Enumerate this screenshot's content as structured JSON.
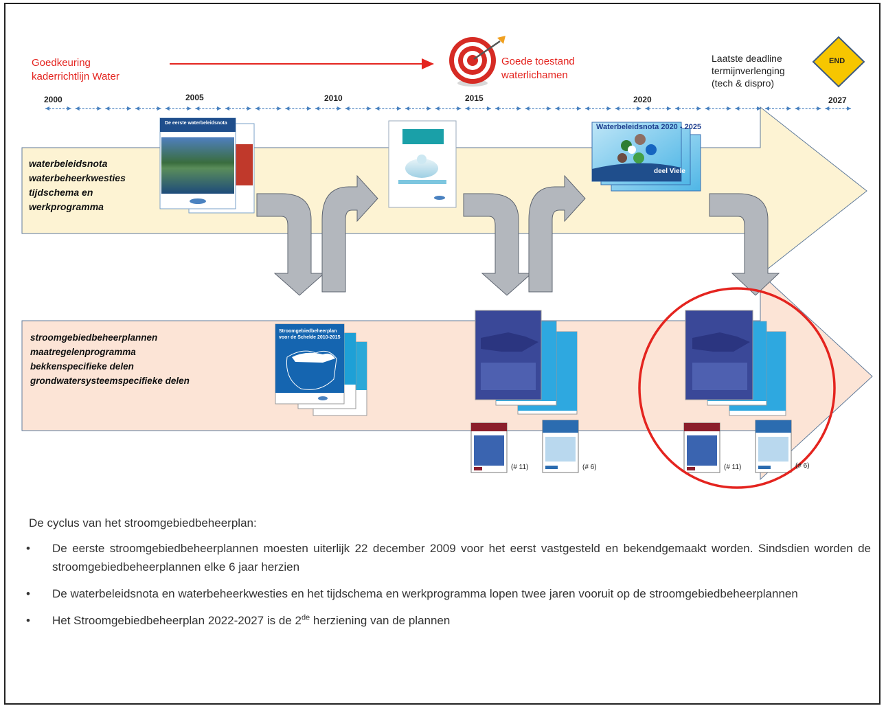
{
  "header": {
    "approval": [
      "Goedkeuring",
      "kaderrichtlijn Water"
    ],
    "goal": [
      "Goede toestand",
      "waterlichamen"
    ],
    "deadline": [
      "Laatste deadline",
      "termijnverlenging",
      "(tech & dispro)"
    ],
    "end_label": "END"
  },
  "years": [
    "2000",
    "2005",
    "2010",
    "2015",
    "2020",
    "2027"
  ],
  "top_band": [
    "waterbeleidsnota",
    "waterbeheerkwesties",
    "tijdschema en",
    "werkprogramma"
  ],
  "bottom_band": [
    "stroomgebiedbeheerplannen",
    "maatregelenprogramma",
    "bekkenspecifieke delen",
    "grondwatersysteemspecifieke delen"
  ],
  "counts": {
    "basins_a": "(# 11)",
    "groundwater_a": "(# 6)",
    "basins_b": "(# 11)",
    "groundwater_b": "(# 6)"
  },
  "covers": {
    "nota_2005": "De eerste waterbeleidsnota",
    "sgbp_2009": "Stroomgebiedbeheerplan voor de Schelde 2010-2015",
    "nota_2020": "Waterbeleidsnota 2020 - 2025",
    "nota_2020_sub": "deel Viele"
  },
  "colors": {
    "accent_red": "#e4241f",
    "top_band_fill": "#fdf3d3",
    "bottom_band_fill": "#fce4d6",
    "arrow_gray": "#b3b7bd",
    "timeline_blue": "#4a82c0",
    "end_yellow": "#f7c600"
  },
  "text": {
    "caption": "De cyclus van het stroomgebiedbeheerplan:",
    "bullet1": "De eerste stroomgebiedbeheerplannen moesten uiterlijk 22 december 2009 voor het eerst vastgesteld en bekendgemaakt worden. Sindsdien worden de stroomgebiedbeheerplannen elke 6 jaar herzien",
    "bullet2": "De waterbeleidsnota  en waterbeheerkwesties en het tijdschema en werkprogramma lopen twee jaren vooruit op de stroomgebiedbeheerplannen",
    "bullet3_a": "Het Stroomgebiedbeheerplan 2022-2027 is de 2",
    "bullet3_sup": "de",
    "bullet3_b": " herziening van de plannen",
    "bullet_symbol": "•"
  }
}
